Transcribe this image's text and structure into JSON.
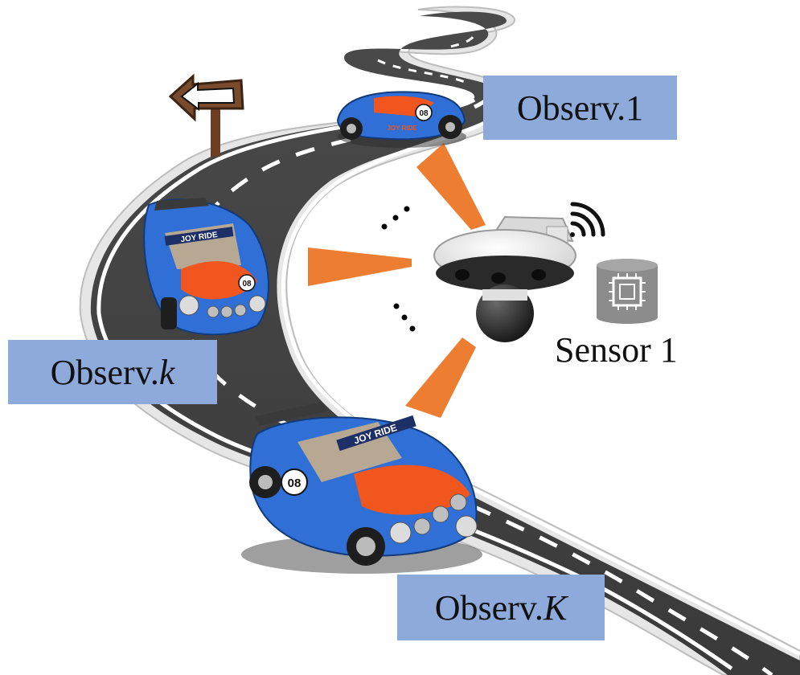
{
  "labels": {
    "obs_1": {
      "prefix": "Observ. ",
      "index": "1"
    },
    "obs_k": {
      "prefix": "Observ. ",
      "index": "k"
    },
    "obs_K": {
      "prefix": "Observ. ",
      "index": "K"
    },
    "sensor": "Sensor 1"
  },
  "car_badges": {
    "car_1": {
      "number": "08",
      "banner": "JOY RIDE"
    },
    "car_k": {
      "number": "08",
      "banner": "JOY RIDE"
    },
    "car_K": {
      "number": "08",
      "banner": "JOY RIDE"
    }
  },
  "colors": {
    "road": "#3f3f3f",
    "road_edge": "#e6e6e6",
    "lane_mark": "#ffffff",
    "beam": "#ed7d31",
    "label_box": "#8eaadb",
    "car_body": "#2f6fd6",
    "car_hood": "#f0561e",
    "sign": "#6b3f24",
    "chip": "#8c8c8c"
  },
  "icons": [
    "signal-arc-icon",
    "chip-icon",
    "arrow-sign-icon",
    "camera-icon",
    "ellipsis-icon"
  ]
}
